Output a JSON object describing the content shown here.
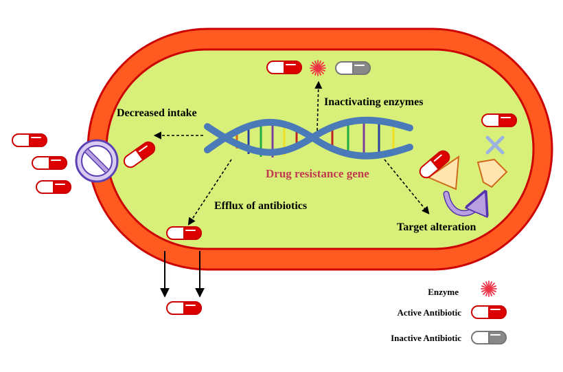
{
  "labels": {
    "decreased_intake": "Decreased intake",
    "inactivating_enzymes": "Inactivating enzymes",
    "drug_resistance_gene": "Drug resistance gene",
    "efflux": "Efflux of antibiotics",
    "target_alteration": "Target alteration"
  },
  "legend": {
    "enzyme": "Enzyme",
    "active": "Active Antibiotic",
    "inactive": "Inactive Antibiotic"
  },
  "colors": {
    "membrane_outer": "#ff5a1f",
    "membrane_inner": "#d8f07a",
    "membrane_stroke": "#cc0000",
    "capsule_active": "#dd0000",
    "capsule_inactive": "#888888",
    "dna_strand": "#4a7ab8",
    "gene_text": "#c0394f",
    "enzyme": "#ee3344",
    "block_sign": "#b79fe0",
    "arrow_curve": "#b79fe0",
    "target": "#ffe6b0",
    "x_mark": "#9bb3de"
  },
  "icons": {
    "enzyme": "enzyme-star-icon",
    "active": "active-capsule-icon",
    "inactive": "inactive-capsule-icon",
    "block": "no-entry-icon",
    "rotate": "curved-arrow-icon",
    "cross": "x-mark-icon"
  }
}
